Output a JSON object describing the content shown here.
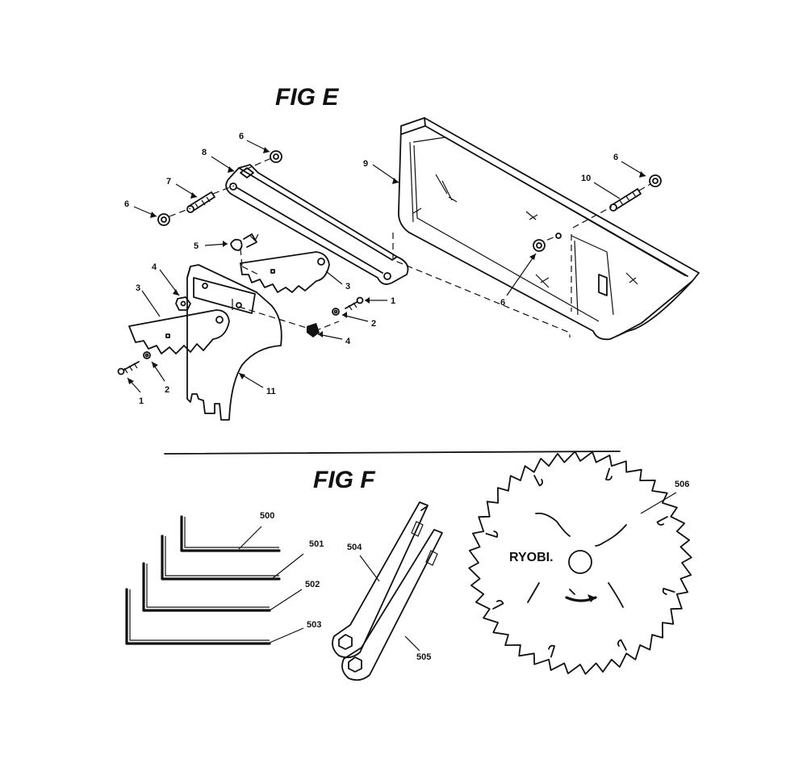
{
  "fig_e": {
    "title": "FIG E",
    "callouts": {
      "p1a": "1",
      "p1b": "1",
      "p2a": "2",
      "p2b": "2",
      "p3a": "3",
      "p3b": "3",
      "p4a": "4",
      "p4b": "4",
      "p5": "5",
      "p6a": "6",
      "p6b": "6",
      "p6c": "6",
      "p6d": "6",
      "p7": "7",
      "p8": "8",
      "p9": "9",
      "p10": "10",
      "p11": "11"
    }
  },
  "fig_f": {
    "title": "FIG F",
    "callouts": {
      "p500": "500",
      "p501": "501",
      "p502": "502",
      "p503": "503",
      "p504": "504",
      "p505": "505",
      "p506": "506"
    },
    "blade_brand": "RYOBI."
  }
}
